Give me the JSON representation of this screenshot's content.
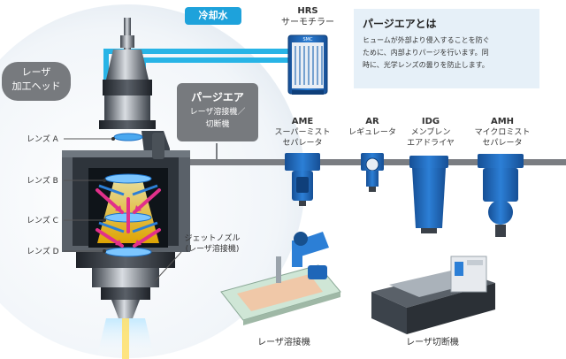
{
  "head_label": {
    "line1": "レーザ",
    "line2": "加工ヘッド"
  },
  "cooling_water": "冷却水",
  "hrs": {
    "code": "HRS",
    "name": "サーモチラー"
  },
  "info_box": {
    "title": "パージエアとは",
    "lines": [
      "ヒュームが外部より侵入することを防ぐ",
      "ために、内部よりパージを行います。同",
      "時に、光学レンズの曇りを防止します。"
    ]
  },
  "purge_callout": {
    "title": "パージエア",
    "line1": "レーザ溶接機／",
    "line2": "切断機"
  },
  "components": [
    {
      "code": "AME",
      "line1": "スーパーミスト",
      "line2": "セパレータ"
    },
    {
      "code": "AR",
      "line1": "レギュレータ",
      "line2": ""
    },
    {
      "code": "IDG",
      "line1": "メンブレン",
      "line2": "エアドライヤ"
    },
    {
      "code": "AMH",
      "line1": "マイクロミスト",
      "line2": "セパレータ"
    }
  ],
  "lenses": [
    "レンズ A",
    "レンズ B",
    "レンズ C",
    "レンズ D"
  ],
  "jet_nozzle": {
    "line1": "ジェットノズル",
    "line2": "(レーザ溶接機)"
  },
  "machines": {
    "welder": "レーザ溶接機",
    "cutter": "レーザ切断機"
  },
  "chiller_badge": "SMC",
  "colors": {
    "accent": "#1ea2db",
    "pipe": "#7a7d82",
    "device_blue": "#1e66b8",
    "callout_gray": "#777a7e"
  }
}
